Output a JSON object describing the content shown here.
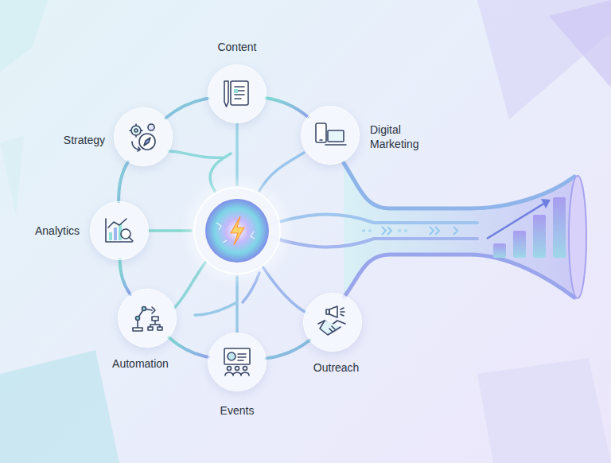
{
  "diagram": {
    "nodes": [
      {
        "text": [
          "Content"
        ]
      },
      {
        "text": [
          "Strategy"
        ]
      },
      {
        "text": [
          "Digital Marketing"
        ]
      },
      {
        "text": [
          "Analytics"
        ]
      },
      {
        "text": [
          "Automation"
        ]
      },
      {
        "text": [
          "Events"
        ]
      },
      {
        "text": [
          "Outreach"
        ]
      }
    ],
    "edges": [
      {
        "from": 1,
        "to": 0,
        "arrow": "none"
      },
      {
        "from": 0,
        "to": 2,
        "arrow": "none"
      },
      {
        "from": 3,
        "to": 1,
        "arrow": "none"
      },
      {
        "from": 4,
        "to": 3,
        "arrow": "none"
      },
      {
        "from": 5,
        "to": 4,
        "arrow": "none"
      },
      {
        "from": 6,
        "to": 5,
        "arrow": "none"
      }
    ]
  }
}
